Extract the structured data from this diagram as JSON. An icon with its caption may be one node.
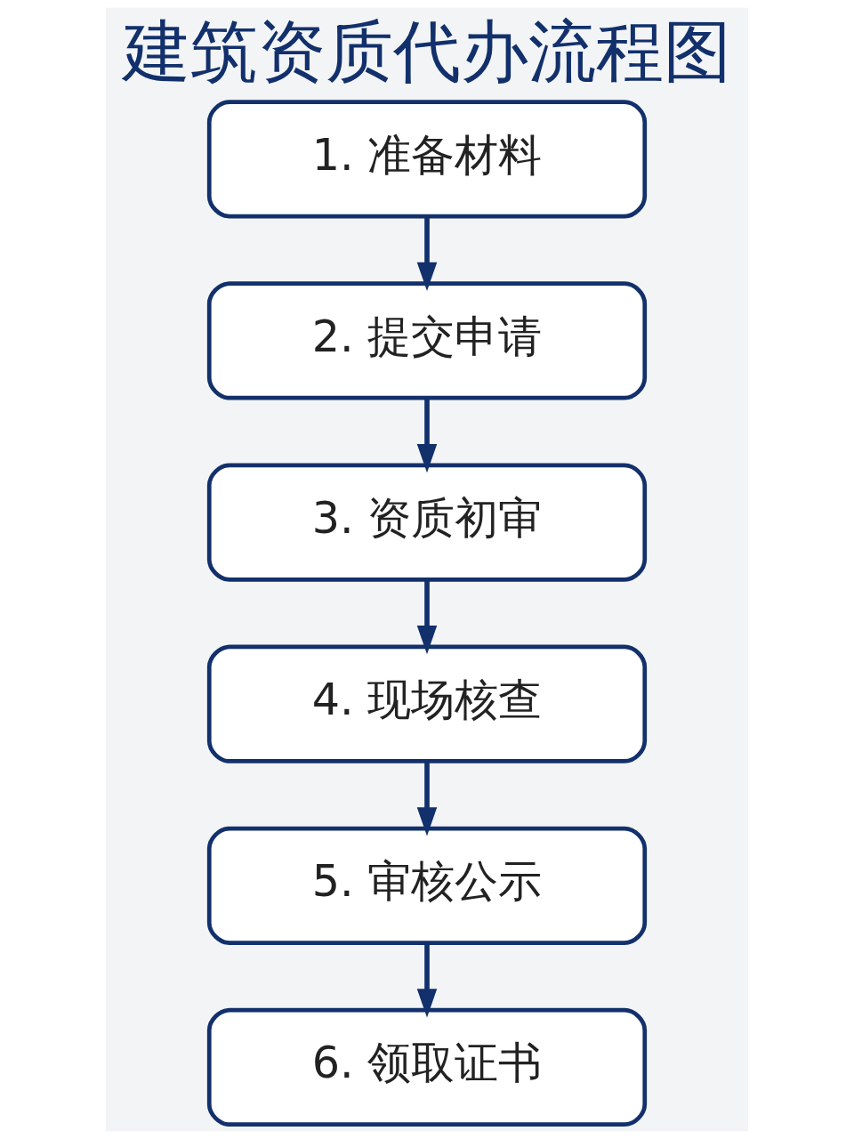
{
  "diagram": {
    "title": "建筑资质代办流程图",
    "nodes": [
      {
        "text": [
          "1. 准备材料"
        ]
      },
      {
        "text": [
          "2. 提交申请"
        ]
      },
      {
        "text": [
          "3. 资质初审"
        ]
      },
      {
        "text": [
          "4. 现场核查"
        ]
      },
      {
        "text": [
          "5. 审核公示"
        ]
      },
      {
        "text": [
          "6. 领取证书"
        ]
      }
    ],
    "edges": [
      {
        "from": 0,
        "to": 1,
        "arrow": "to"
      },
      {
        "from": 1,
        "to": 2,
        "arrow": "to"
      },
      {
        "from": 2,
        "to": 3,
        "arrow": "to"
      },
      {
        "from": 3,
        "to": 4,
        "arrow": "to"
      },
      {
        "from": 4,
        "to": 5,
        "arrow": "to"
      }
    ]
  }
}
